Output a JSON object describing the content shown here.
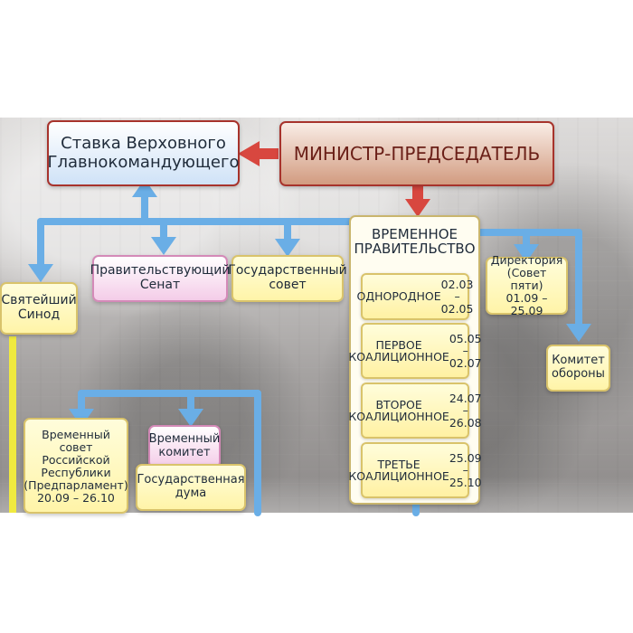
{
  "diagram": {
    "stavka": "Ставка Верховного\nГлавнокомандующего",
    "chairman": "МИНИСТР-ПРЕДСЕДАТЕЛЬ",
    "provisional_government": {
      "title": "ВРЕМЕННОЕ\nПРАВИТЕЛЬСТВО",
      "compositions": [
        {
          "label": "ОДНОРОДНОЕ",
          "dates": "02.03 – 02.05"
        },
        {
          "label": "ПЕРВОЕ\nКОАЛИЦИОННОЕ",
          "dates": "05.05 – 02.07"
        },
        {
          "label": "ВТОРОЕ\nКОАЛИЦИОННОЕ",
          "dates": "24.07 – 26.08"
        },
        {
          "label": "ТРЕТЬЕ\nКОАЛИЦИОННОЕ",
          "dates": "25.09 – 25.10"
        }
      ]
    },
    "synod": "Святейший\nСинод",
    "senate": "Правительствующий\nСенат",
    "state_council": "Государственный\nсовет",
    "directory": "Директория\n(Совет пяти)\n01.09 – 25.09",
    "defense_committee": "Комитет\nобороны",
    "preparliament": "Временный\nсовет\nРоссийской\nРеспублики\n(Предпарламент)\n20.09 – 26.10",
    "provisional_committee": "Временный\nкомитет",
    "state_duma": "Государственная\nдума"
  },
  "colors": {
    "blue_arrow": "#6aaee6",
    "red_arrow": "#d8473f",
    "yellow_line": "#f0ea3f",
    "chairman_fill": "#d29b80",
    "stavka_fill": "#cfe2f7"
  }
}
